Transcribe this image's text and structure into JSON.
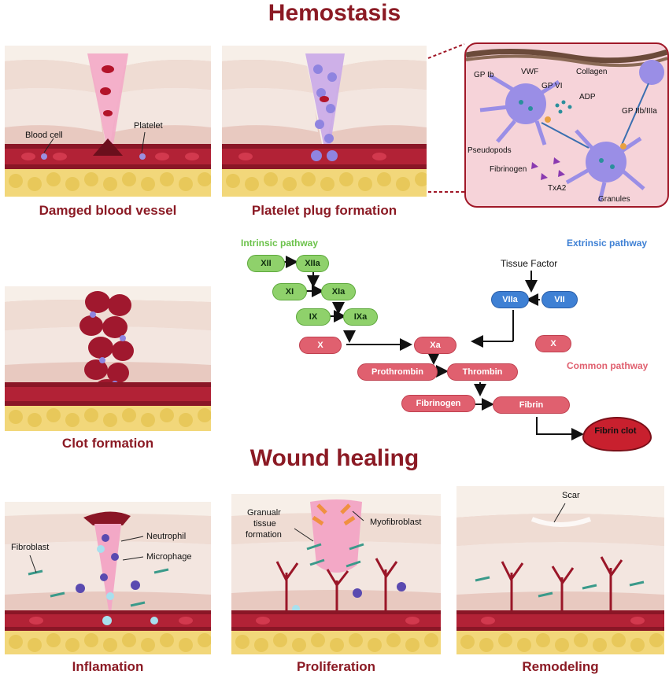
{
  "titles": {
    "hemostasis": "Hemostasis",
    "wound_healing": "Wound healing"
  },
  "captions": {
    "damaged": "Damged blood vessel",
    "platelet_plug": "Platelet plug formation",
    "clot": "Clot formation",
    "inflammation": "Inflamation",
    "proliferation": "Proliferation",
    "remodeling": "Remodeling"
  },
  "panel_labels": {
    "blood_cell": "Blood cell",
    "platelet": "Platelet",
    "fibroblast": "Fibroblast",
    "neutrophil": "Neutrophil",
    "microphage": "Microphage",
    "granular_1": "Granualr",
    "granular_2": "tissue",
    "granular_3": "formation",
    "myofibroblast": "Myofibroblast",
    "scar": "Scar"
  },
  "inset_labels": {
    "vwf": "VWF",
    "gp_ib": "GP Ib",
    "collagen": "Collagen",
    "gp_vi": "GP VI",
    "adp": "ADP",
    "gp_iib_iiia": "GP IIb/IIIa",
    "pseudopods": "Pseudopods",
    "fibrinogen": "Fibrinogen",
    "txa2": "TxA2",
    "granules": "Granules"
  },
  "cascade": {
    "intrinsic_title": "Intrinsic pathway",
    "extrinsic_title": "Extrinsic pathway",
    "common_title": "Common pathway",
    "tissue_factor": "Tissue Factor",
    "xii": "XII",
    "xiia": "XIIa",
    "xi": "XI",
    "xia": "XIa",
    "ix": "IX",
    "ixa": "IXa",
    "x_left": "X",
    "xa": "Xa",
    "x_right": "X",
    "viia": "VIIa",
    "vii": "VII",
    "prothrombin": "Prothrombin",
    "thrombin": "Thrombin",
    "fibrinogen": "Fibrinogen",
    "fibrin": "Fibrin",
    "fibrin_clot": "Fibrin clot"
  },
  "colors": {
    "title": "#8b1a24",
    "intrinsic": "#8fd16b",
    "extrinsic": "#3e80d4",
    "common": "#e0606f"
  }
}
